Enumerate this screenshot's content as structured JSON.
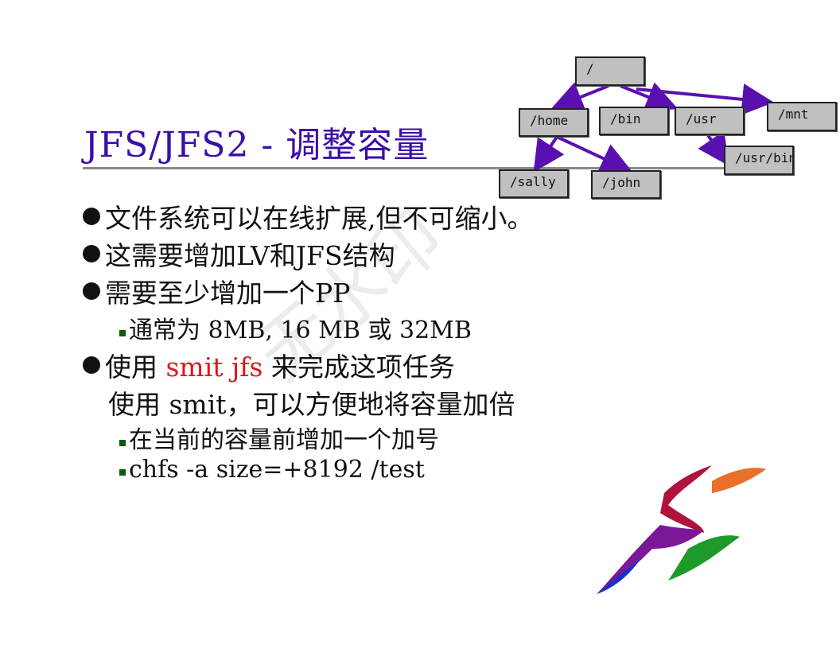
{
  "slide": {
    "title": "JFS/JFS2 - 调整容量",
    "bullets": [
      "文件系统可以在线扩展,但不可缩小。",
      "这需要增加LV和JFS结构",
      "需要至少增加一个PP"
    ],
    "sub1": "通常为 8MB, 16 MB 或 32MB",
    "bullet4_pre": "使用 ",
    "bullet4_red": "smit jfs",
    "bullet4_post": " 来完成这项任务",
    "continuation": "使用 smit，可以方便地将容量加倍",
    "sub2": "在当前的容量前增加一个加号",
    "sub3": "chfs -a size=+8192  /test",
    "watermark": "无水印"
  },
  "tree": {
    "root": "/",
    "home": "/home",
    "bin": "/bin",
    "usr": "/usr",
    "mnt": "/mnt",
    "usr_bin": "/usr/bin",
    "sally": "/sally",
    "john": "/john"
  },
  "colors": {
    "title": "#3b0fa8",
    "arrow": "#5a10b0",
    "highlight": "#e0151b"
  }
}
